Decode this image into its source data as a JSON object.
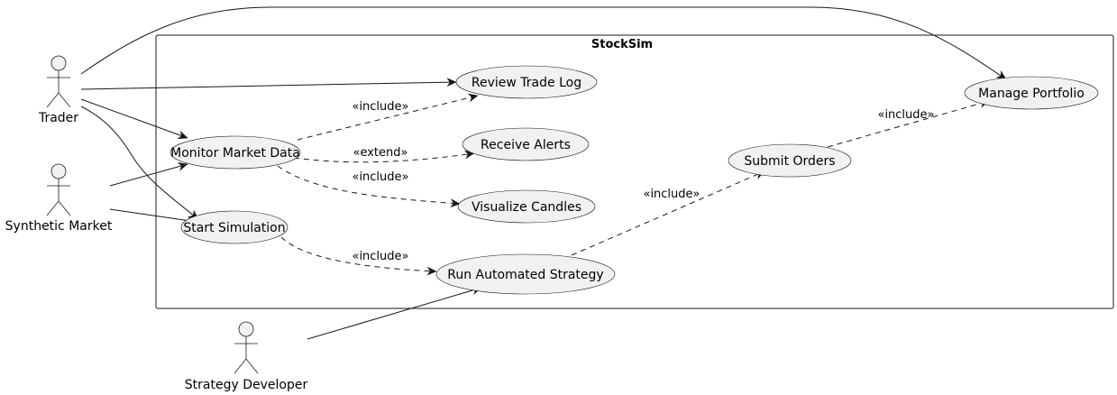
{
  "system": {
    "title": "StockSim"
  },
  "actors": {
    "trader": "Trader",
    "synthetic_market": "Synthetic Market",
    "strategy_developer": "Strategy Developer"
  },
  "use_cases": {
    "review_trade_log": "Review Trade Log",
    "manage_portfolio": "Manage Portfolio",
    "monitor_market_data": "Monitor Market Data",
    "receive_alerts": "Receive Alerts",
    "submit_orders": "Submit Orders",
    "visualize_candles": "Visualize Candles",
    "start_simulation": "Start Simulation",
    "run_automated_strategy": "Run Automated Strategy"
  },
  "relations": {
    "include": "«include»",
    "extend": "«extend»"
  }
}
